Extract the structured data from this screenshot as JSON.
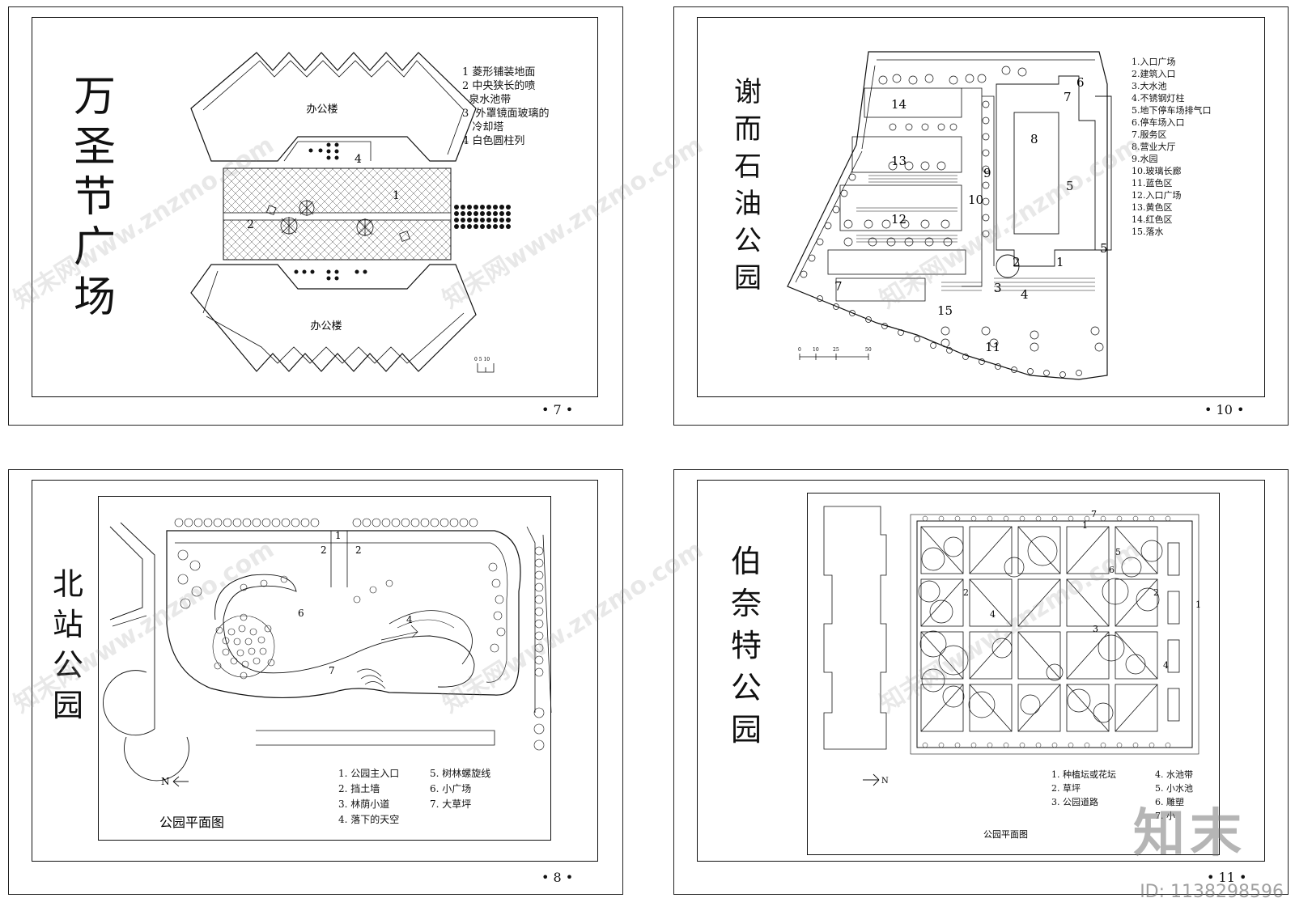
{
  "panels": {
    "wanshengjie": {
      "title": "万圣节广场",
      "page": "• 7 •",
      "building_north": "办公楼",
      "building_south": "办公楼",
      "legend": [
        "1 菱形铺装地面",
        "2 中央狭长的喷",
        "  泉水池带",
        "3  外罩镜面玻璃的",
        "   冷却塔",
        "4 白色圆柱列"
      ],
      "plan_labels": [
        "1",
        "2",
        "4"
      ],
      "scale": "0 5 10"
    },
    "xieer": {
      "title": "谢而石油公园",
      "page": "• 10 •",
      "legend": [
        "1.入口广场",
        "2.建筑入口",
        "3.大水池",
        "4.不锈钢灯柱",
        "5.地下停车场排气口",
        "6.停车场入口",
        "7.服务区",
        "8.营业大厅",
        "9.水园",
        "10.玻璃长廊",
        "11.蓝色区",
        "12.入口广场",
        "13.黄色区",
        "14.红色区",
        "15.落水"
      ],
      "plan_labels": [
        "14",
        "13",
        "12",
        "7",
        "15",
        "9",
        "10",
        "8",
        "6",
        "7",
        "5",
        "5",
        "1",
        "2",
        "3",
        "4",
        "11"
      ],
      "scale": [
        "0",
        "10",
        "25",
        "50"
      ]
    },
    "beizhan": {
      "title": "北站公园",
      "page": "• 8 •",
      "north": "N",
      "caption": "公园平面图",
      "legend_left": [
        "1. 公园主入口",
        "2. 挡土墙",
        "3. 林荫小道",
        "4. 落下的天空"
      ],
      "legend_right": [
        "5. 树林螺旋线",
        "6. 小广场",
        "7. 大草坪"
      ],
      "plan_labels": [
        "1",
        "2",
        "2",
        "6",
        "4",
        "7"
      ]
    },
    "bonaite": {
      "title": "伯奈特公园",
      "page": "• 11 •",
      "north": "N",
      "caption": "公园平面图",
      "legend_left": [
        "1. 种植坛或花坛",
        "2. 草坪",
        "3. 公园道路"
      ],
      "legend_right": [
        "4. 水池带",
        "5. 小水池",
        "6. 雕塑",
        "7. 小"
      ],
      "plan_labels": [
        "7",
        "1",
        "2",
        "2",
        "4",
        "3",
        "4",
        "1",
        "6",
        "5"
      ]
    }
  },
  "watermark": {
    "text": "知末网www.znzmo.com",
    "brand": "知末",
    "image_id": "ID: 1138298596"
  }
}
